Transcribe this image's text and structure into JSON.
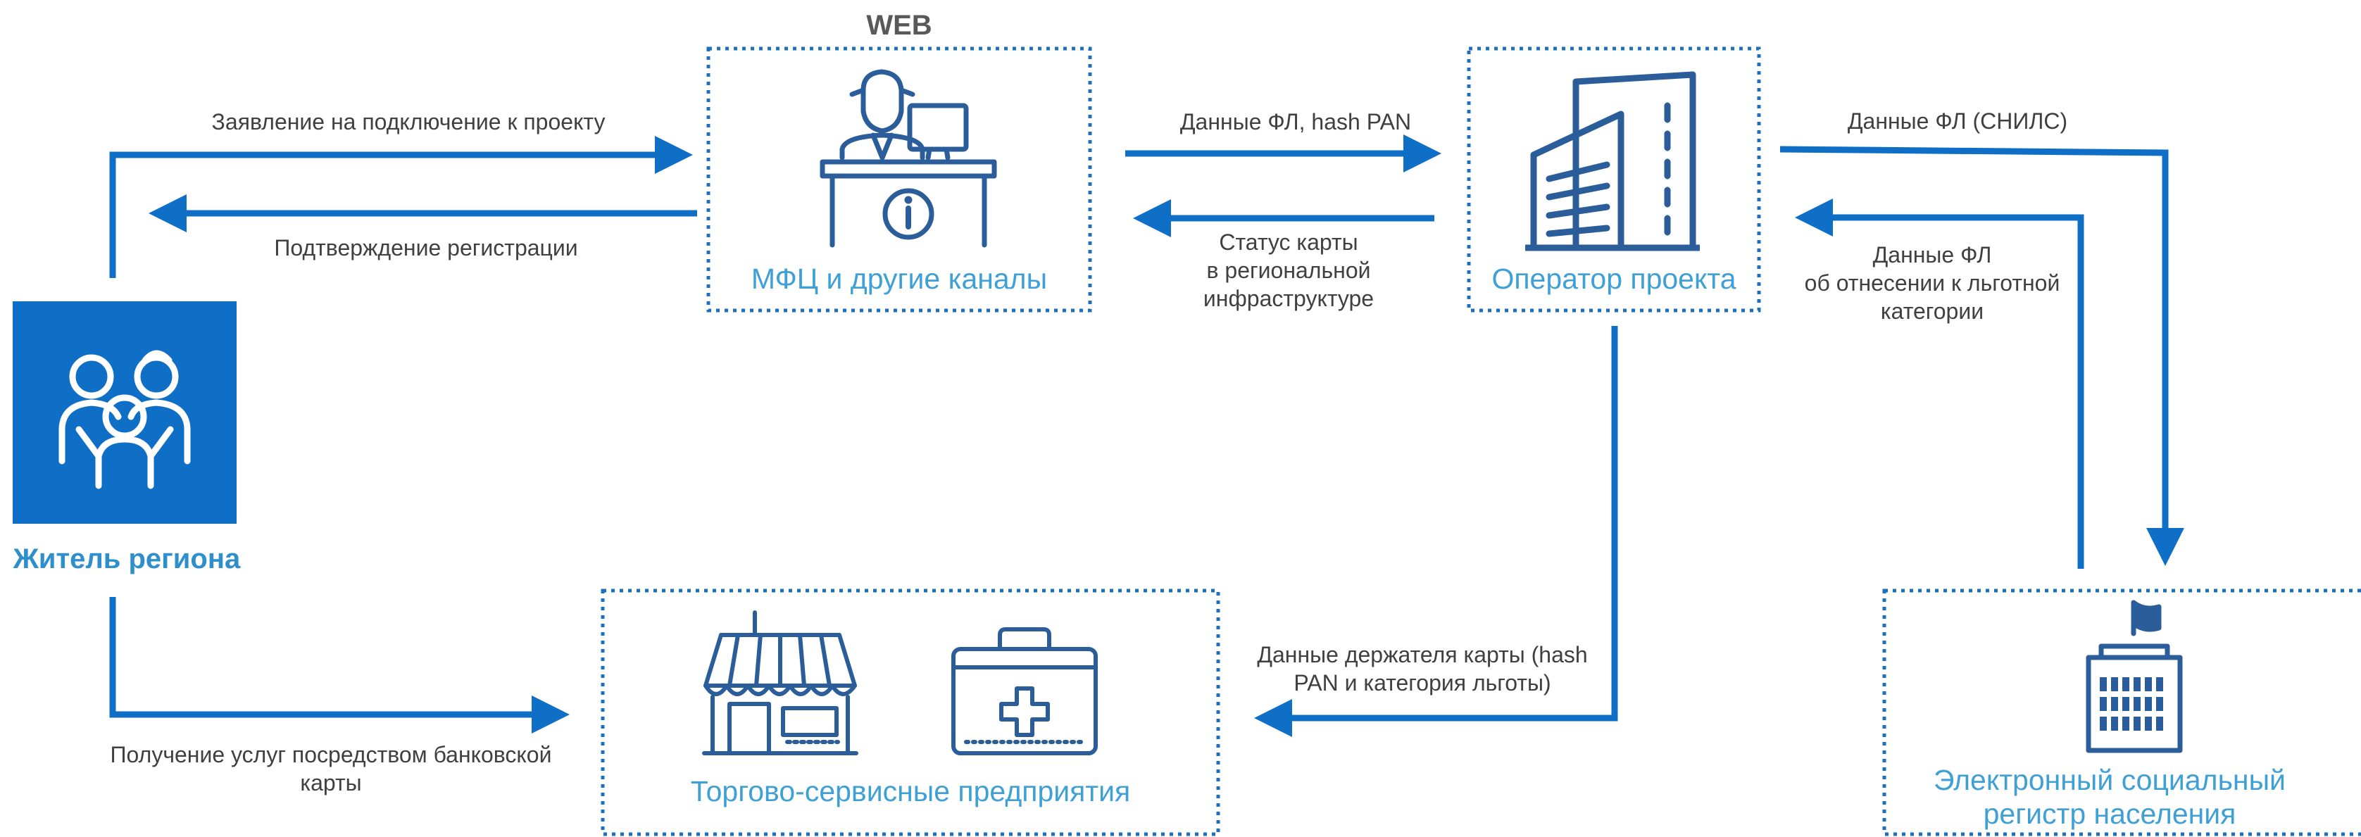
{
  "colors": {
    "arrow": "#0f6fc6",
    "box_border": "#1f6fbf",
    "icon": "#2a5d9a",
    "title": "#3fa0d6",
    "resident_bg": "#0f6fc6",
    "text": "#404040"
  },
  "nodes": {
    "web_label": "WEB",
    "mfc": {
      "title": "МФЦ и другие каналы",
      "icon": "receptionist-desk-icon"
    },
    "operator": {
      "title": "Оператор проекта",
      "icon": "office-building-icon"
    },
    "resident": {
      "title": "Житель региона",
      "icon": "family-icon"
    },
    "merchants": {
      "title": "Торгово-сервисные предприятия",
      "icons": [
        "store-icon",
        "first-aid-kit-icon"
      ]
    },
    "register": {
      "title": "Электронный социальный\nрегистр населения",
      "icon": "government-building-icon"
    }
  },
  "edges": {
    "application": "Заявление на подключение к проекту",
    "confirmation": "Подтверждение регистрации",
    "data_hash": "Данные ФЛ, hash PAN",
    "card_status": "Статус карты\nв региональной\nинфраструктуре",
    "data_snils": "Данные ФЛ (СНИЛС)",
    "data_benefit": "Данные  ФЛ\nоб отнесении к льготной\nкатегории",
    "holder_data": "Данные держателя карты (hash\nPAN и категория льготы)",
    "services": "Получение услуг посредством банковской\nкарты"
  }
}
